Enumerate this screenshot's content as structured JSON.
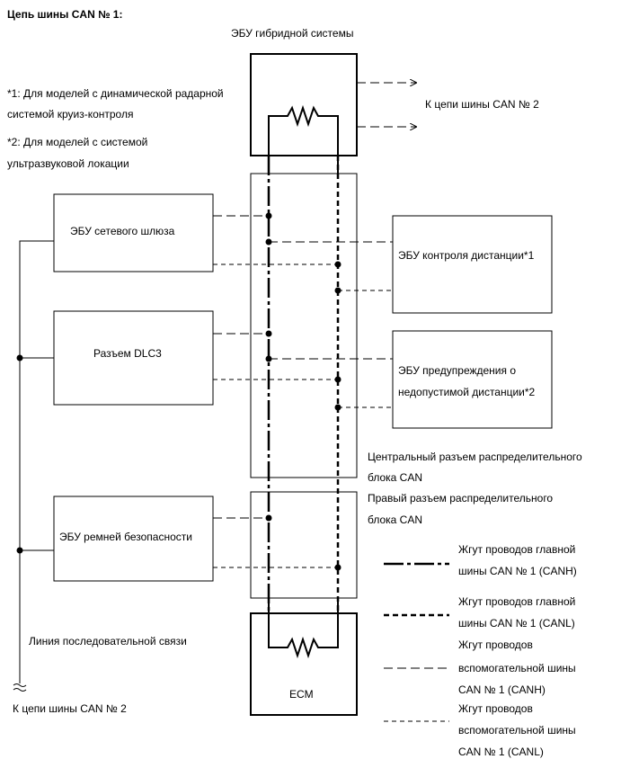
{
  "title": "Цепь шины CAN № 1:",
  "notes": {
    "note1_line1": "*1: Для моделей с динамической радарной",
    "note1_line2": "системой круиз-контроля",
    "note2_line1": "*2: Для моделей с системой",
    "note2_line2": "ультразвуковой локации"
  },
  "components": {
    "hybrid_ecu": "ЭБУ гибридной системы",
    "gateway_ecu": "ЭБУ сетевого шлюза",
    "dlc3": "Разъем DLC3",
    "seatbelt_ecu": "ЭБУ ремней безопасности",
    "distance_ecu": "ЭБУ контроля дистанции*1",
    "warning_ecu_line1": "ЭБУ предупреждения о",
    "warning_ecu_line2": "недопустимой дистанции*2",
    "ecm": "ECM"
  },
  "junctions": {
    "central_line1": "Центральный разъем распределительного",
    "central_line2": "блока CAN",
    "right_line1": "Правый разъем распределительного",
    "right_line2": "блока CAN"
  },
  "links": {
    "to_can2_right": "К цепи шины CAN № 2",
    "to_can2_left": "К цепи шины CAN № 2",
    "serial_line": "Линия последовательной связи"
  },
  "legend": [
    {
      "style": "main-canh",
      "lines": [
        "Жгут проводов главной",
        "шины CAN № 1 (CANH)"
      ]
    },
    {
      "style": "main-canl",
      "lines": [
        "Жгут проводов главной",
        "шины CAN № 1 (CANL)"
      ]
    },
    {
      "style": "aux-canh",
      "lines": [
        "Жгут проводов",
        "вспомогательной шины",
        "CAN № 1 (CANH)"
      ]
    },
    {
      "style": "aux-canl",
      "lines": [
        "Жгут проводов",
        "вспомогательной шины",
        "CAN № 1 (CANL)"
      ]
    }
  ]
}
